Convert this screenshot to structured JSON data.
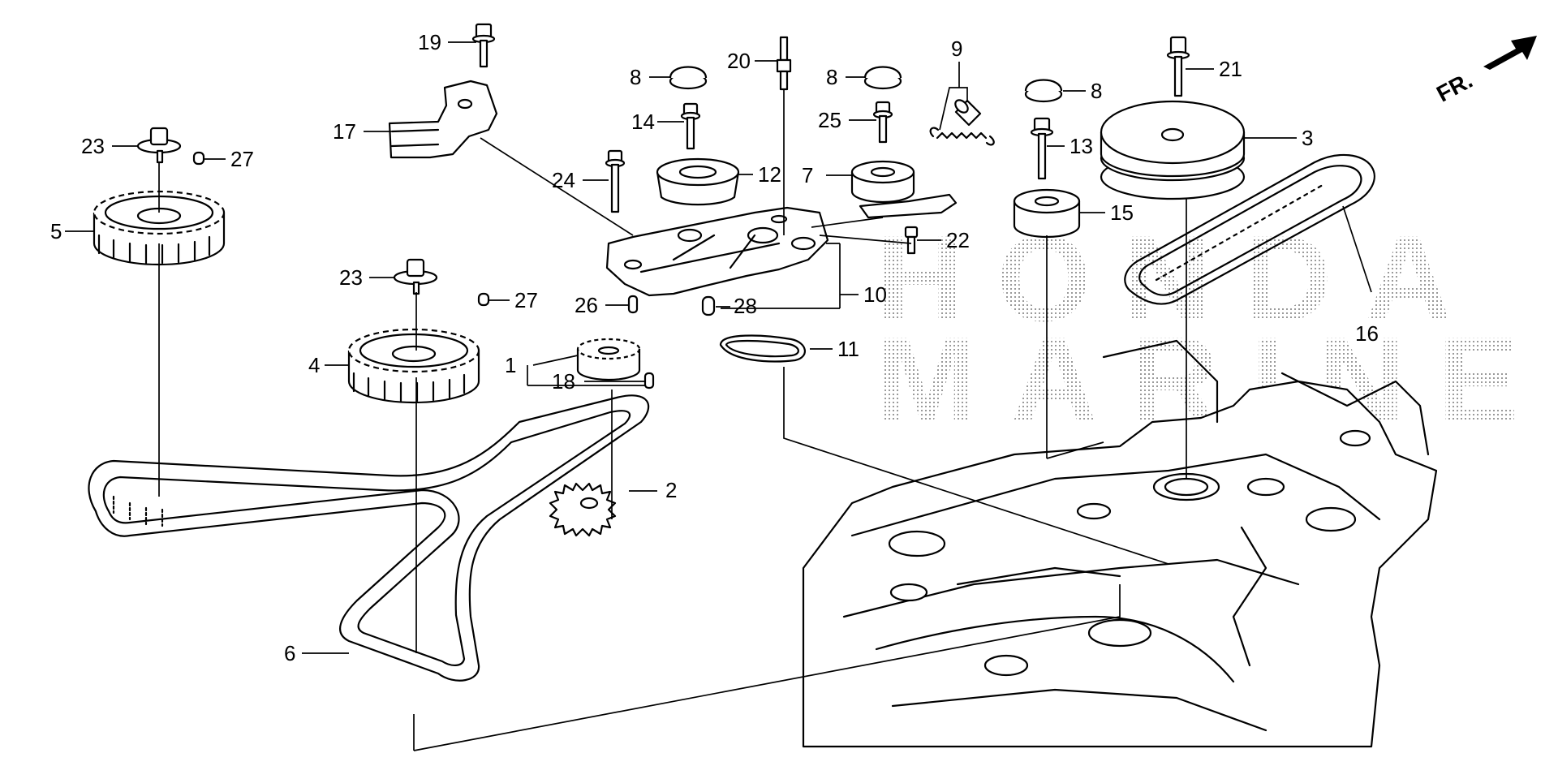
{
  "watermark": {
    "line1": "HONDA",
    "line2": "MARINE"
  },
  "direction_label": "FR.",
  "callouts": [
    "1",
    "2",
    "3",
    "4",
    "5",
    "6",
    "7",
    "8",
    "9",
    "10",
    "11",
    "12",
    "13",
    "14",
    "15",
    "16",
    "17",
    "18",
    "19",
    "20",
    "21",
    "22",
    "23",
    "24",
    "25",
    "26",
    "27",
    "28"
  ]
}
